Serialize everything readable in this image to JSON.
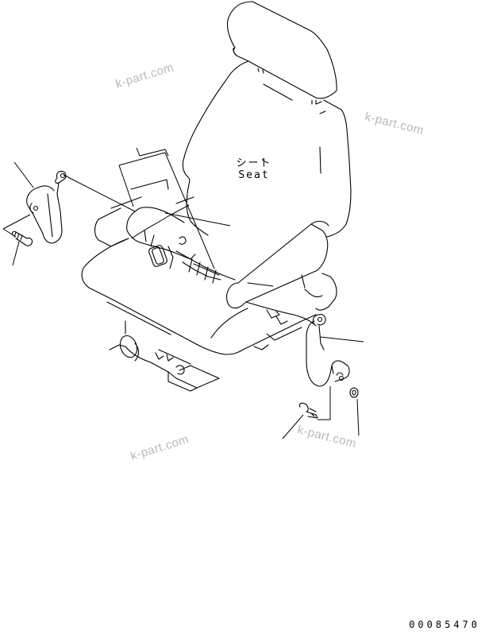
{
  "diagram": {
    "type": "exploded-parts-diagram",
    "subject": "operator seat with seat belt",
    "labels": {
      "seat_jp": "シート",
      "seat_en": "Seat"
    },
    "figure_number": "00085470",
    "watermarks": [
      "k-part.com",
      "k-part.com",
      "k-part.com",
      "k-part.com"
    ],
    "parts": [
      {
        "id": "seat",
        "name": "Seat"
      },
      {
        "id": "belt-left",
        "name": "Seat belt (left, buckle side)"
      },
      {
        "id": "belt-right",
        "name": "Seat belt (right, anchor side)"
      },
      {
        "id": "bolt-left",
        "name": "Bolt (left)"
      },
      {
        "id": "bolt-right",
        "name": "Bolt (right)"
      },
      {
        "id": "nut-right",
        "name": "Nut / washer (right)"
      }
    ],
    "colors": {
      "line": "#000000",
      "watermark": "#b8b8b8",
      "background": "#ffffff"
    }
  }
}
